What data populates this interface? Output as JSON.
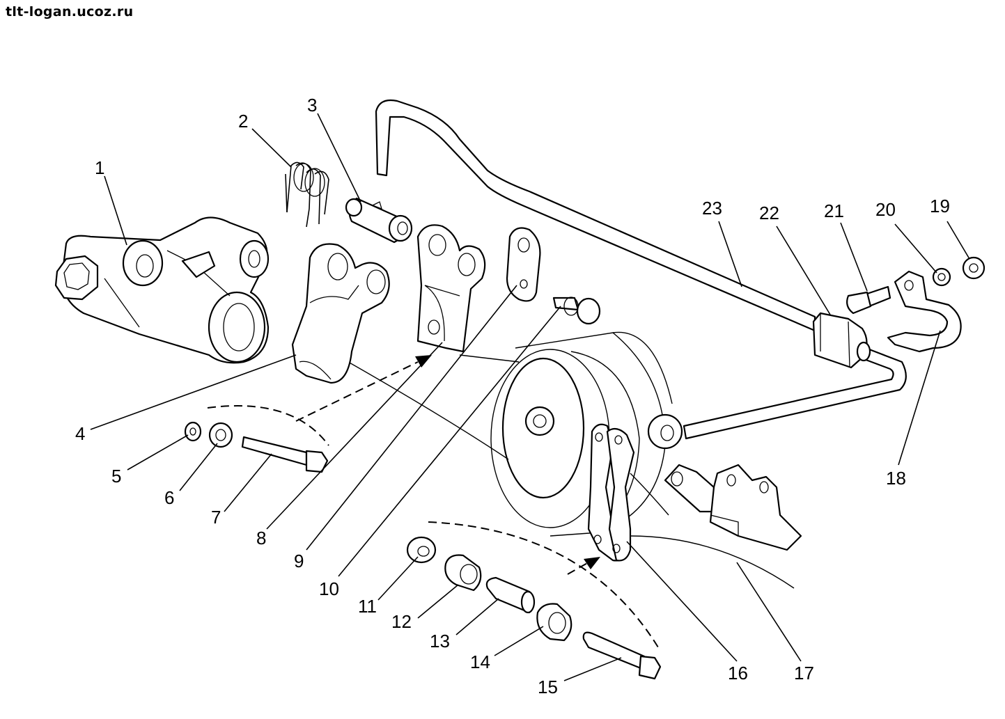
{
  "watermark": "tlt-logan.ucoz.ru",
  "labels": [
    "1",
    "2",
    "3",
    "4",
    "5",
    "6",
    "7",
    "8",
    "9",
    "10",
    "11",
    "12",
    "13",
    "14",
    "15",
    "16",
    "17",
    "18",
    "19",
    "20",
    "21",
    "22",
    "23"
  ]
}
